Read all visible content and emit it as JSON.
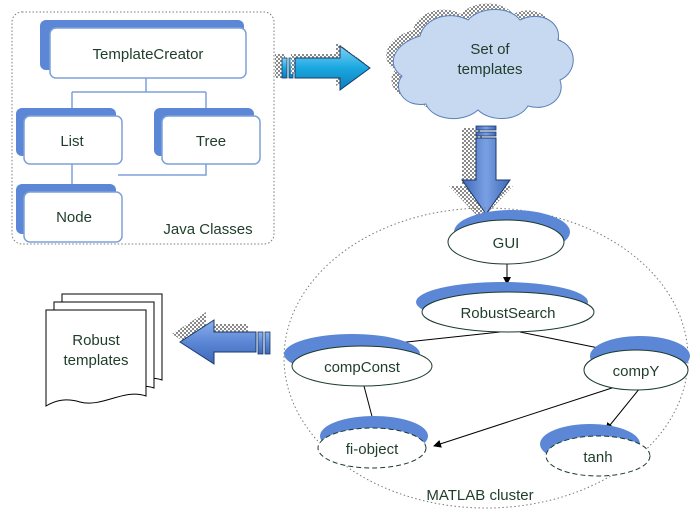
{
  "java_classes": {
    "group_label": "Java Classes",
    "nodes": {
      "template_creator": "TemplateCreator",
      "list": "List",
      "tree": "Tree",
      "node": "Node"
    }
  },
  "templates_cloud": {
    "line1": "Set of",
    "line2": "templates"
  },
  "matlab": {
    "cluster_label": "MATLAB cluster",
    "nodes": {
      "gui": "GUI",
      "robust_search": "RobustSearch",
      "comp_const": "compConst",
      "comp_y": "compY",
      "fi_object": "fi-object",
      "tanh": "tanh"
    }
  },
  "output_doc": {
    "line1": "Robust",
    "line2": "templates"
  },
  "colors": {
    "accent_blue": "#5b87d6",
    "box_border": "#7da0d8",
    "cloud_fill": "#c6d9f1",
    "arrow_cyan": "#1aa7e0",
    "text_green": "#1f3d2a"
  }
}
